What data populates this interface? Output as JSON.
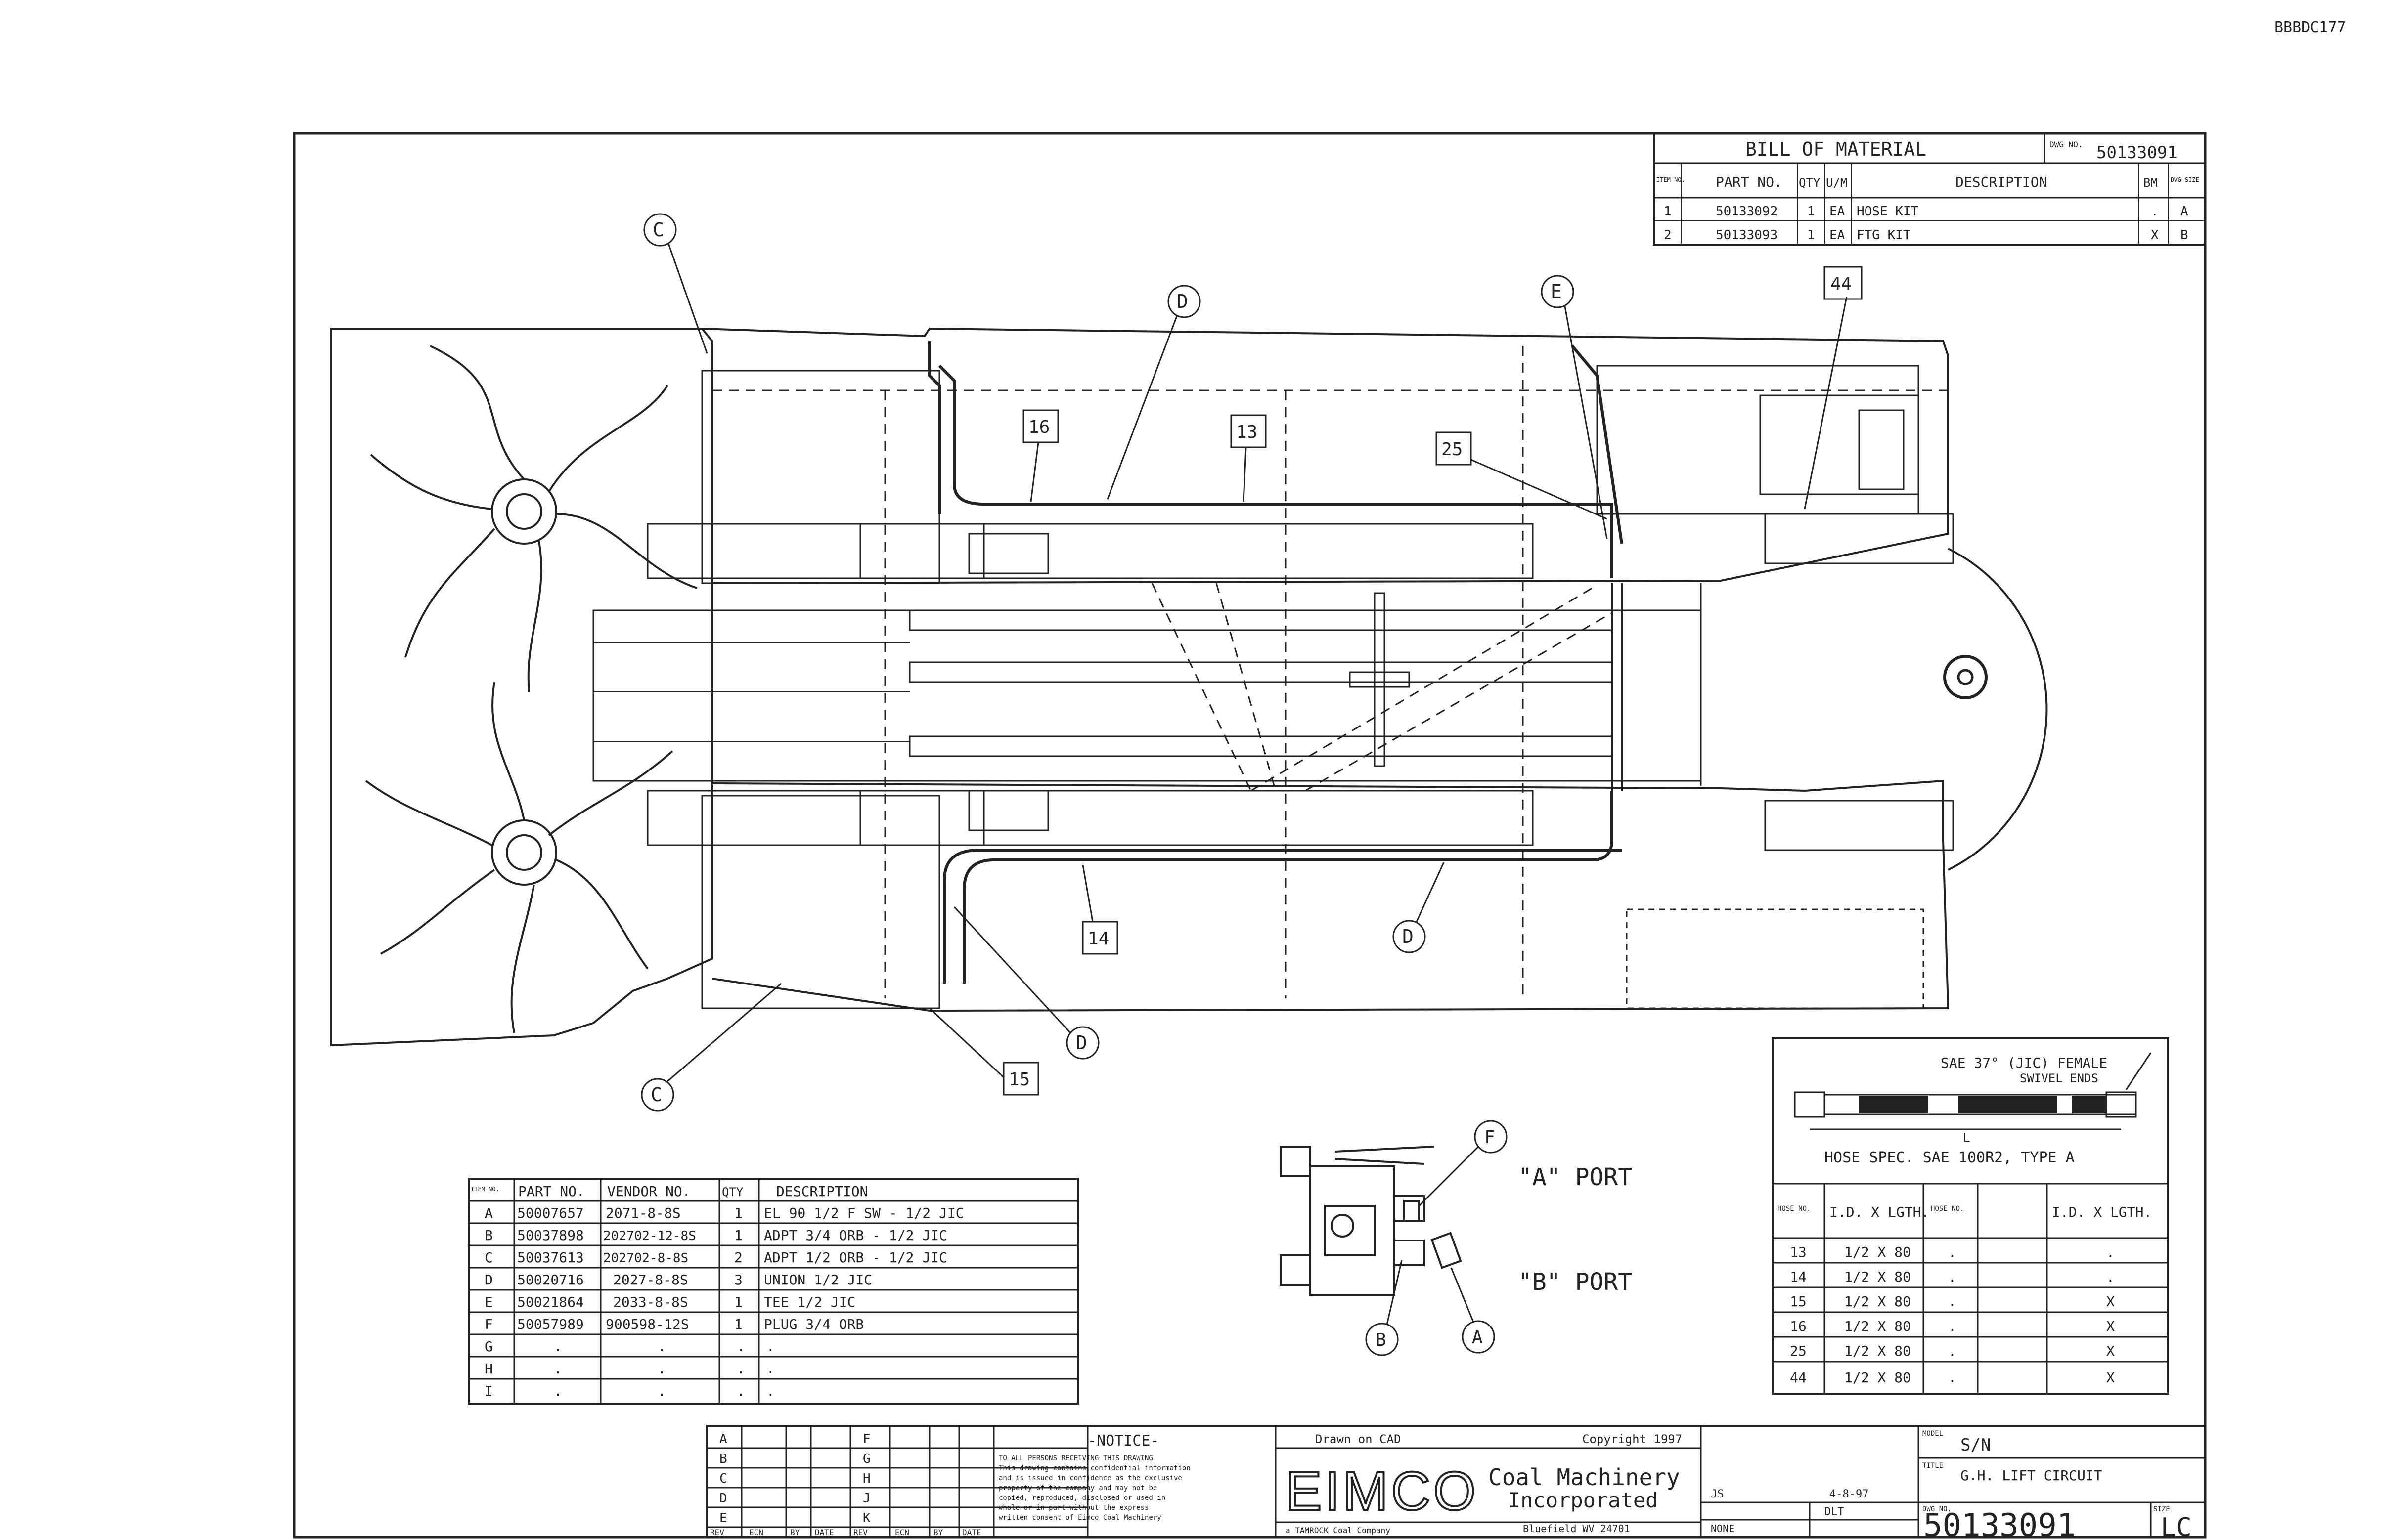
{
  "sheet_code": "BBBDC177",
  "bom": {
    "title": "BILL OF MATERIAL",
    "dwg_no_label": "DWG NO.",
    "dwg_no": "50133091",
    "headers": [
      "ITEM NO.",
      "PART NO.",
      "QTY",
      "U/M",
      "DESCRIPTION",
      "BM",
      "DWG SIZE"
    ],
    "rows": [
      [
        "1",
        "50133092",
        "1",
        "EA",
        "HOSE KIT",
        ".",
        "A"
      ],
      [
        "2",
        "50133093",
        "1",
        "EA",
        "FTG KIT",
        "X",
        "B"
      ]
    ]
  },
  "fittings": {
    "headers": [
      "ITEM NO.",
      "PART NO.",
      "VENDOR NO.",
      "QTY",
      "DESCRIPTION"
    ],
    "rows": [
      [
        "A",
        "50007657",
        "2071-8-8S",
        "1",
        "EL 90 1/2 F SW - 1/2 JIC"
      ],
      [
        "B",
        "50037898",
        "202702-12-8S",
        "1",
        "ADPT 3/4 ORB - 1/2 JIC"
      ],
      [
        "C",
        "50037613",
        "202702-8-8S",
        "2",
        "ADPT 1/2 ORB - 1/2 JIC"
      ],
      [
        "D",
        "50020716",
        "2027-8-8S",
        "3",
        "UNION 1/2 JIC"
      ],
      [
        "E",
        "50021864",
        "2033-8-8S",
        "1",
        "TEE 1/2 JIC"
      ],
      [
        "F",
        "50057989",
        "900598-12S",
        "1",
        "PLUG 3/4 ORB"
      ],
      [
        "G",
        ".",
        ".",
        ".",
        "."
      ],
      [
        "H",
        ".",
        ".",
        ".",
        "."
      ],
      [
        "I",
        ".",
        ".",
        ".",
        "."
      ]
    ]
  },
  "hose_spec": {
    "end_note_1": "SAE 37° (JIC) FEMALE",
    "end_note_2": "SWIVEL ENDS",
    "length_symbol": "L",
    "spec": "HOSE SPEC. SAE 100R2, TYPE A",
    "headers": [
      "HOSE NO.",
      "I.D. X LGTH.",
      "HOSE NO.",
      "I.D. X LGTH."
    ],
    "rows": [
      [
        "13",
        "1/2 X 80",
        ".",
        "."
      ],
      [
        "14",
        "1/2 X 80",
        ".",
        "."
      ],
      [
        "15",
        "1/2 X 80",
        ".",
        "X"
      ],
      [
        "16",
        "1/2 X 80",
        ".",
        "X"
      ],
      [
        "25",
        "1/2 X 80",
        ".",
        "X"
      ],
      [
        "44",
        "1/2 X 80",
        ".",
        "X"
      ]
    ]
  },
  "ports": {
    "a": "\"A\" PORT",
    "b": "\"B\" PORT"
  },
  "callouts": {
    "c_top": "C",
    "c_bottom": "C",
    "d_top": "D",
    "d_bottom_right": "D",
    "d_bottom_left": "D",
    "e_top": "E",
    "f_valve": "F",
    "a_valve": "A",
    "b_valve": "B"
  },
  "hose_tags": {
    "h16": "16",
    "h13": "13",
    "h25": "25",
    "h44": "44",
    "h14": "14",
    "h15": "15"
  },
  "title_block": {
    "notice_title": "-NOTICE-",
    "notice_lines": [
      "TO ALL PERSONS RECEIVING THIS DRAWING",
      "This drawing contains confidential information",
      "and is issued in confidence as the exclusive",
      "property of the company and may not be",
      "copied, reproduced, disclosed or used in",
      "whole or in part without the express",
      "written consent of Eimco Coal Machinery"
    ],
    "rev_letters": [
      "A",
      "B",
      "C",
      "D",
      "E"
    ],
    "rev_letters_2": [
      "F",
      "G",
      "H",
      "J",
      "K"
    ],
    "rev_headers": [
      "REV",
      "ECN",
      "BY",
      "DATE",
      "REV",
      "ECN",
      "BY",
      "DATE"
    ],
    "drawn_on": "Drawn on CAD",
    "copyright": "Copyright 1997",
    "logo": "EIMCO",
    "company_1": "Coal Machinery",
    "company_2": "Incorporated",
    "location": "Bluefield WV 24701",
    "parent": "a TAMROCK Coal Company",
    "model_label": "MODEL",
    "model": "S/N",
    "title_label": "TITLE",
    "title": "G.H. LIFT CIRCUIT",
    "dwg_number": "50133091",
    "rev": "LC",
    "date": "4-8-97",
    "scale": "NONE",
    "dwg_label": "DWG NO.",
    "size_label": "SIZE",
    "drawn_by": "JS",
    "checked": "DLT"
  }
}
